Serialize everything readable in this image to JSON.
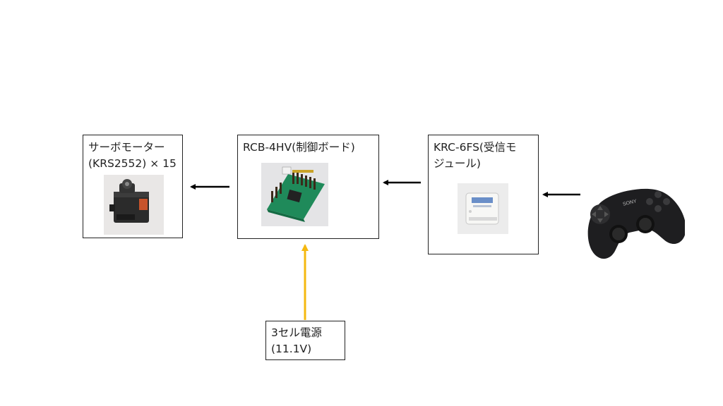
{
  "servo": {
    "title": "サーボモーター",
    "subtitle": "(KRS2552) × 15"
  },
  "board": {
    "title": "RCB-4HV(制御ボード)"
  },
  "receiver": {
    "title_line1": "KRC-6FS(受信モ",
    "title_line2": "ジュール)"
  },
  "power": {
    "title_line1": "3セル電源",
    "title_line2": "(11.1V)"
  },
  "controller": {
    "brand": "SONY"
  },
  "colors": {
    "power_arrow": "#f5b80f",
    "signal_arrow": "#000000",
    "box_border": "#222222"
  }
}
